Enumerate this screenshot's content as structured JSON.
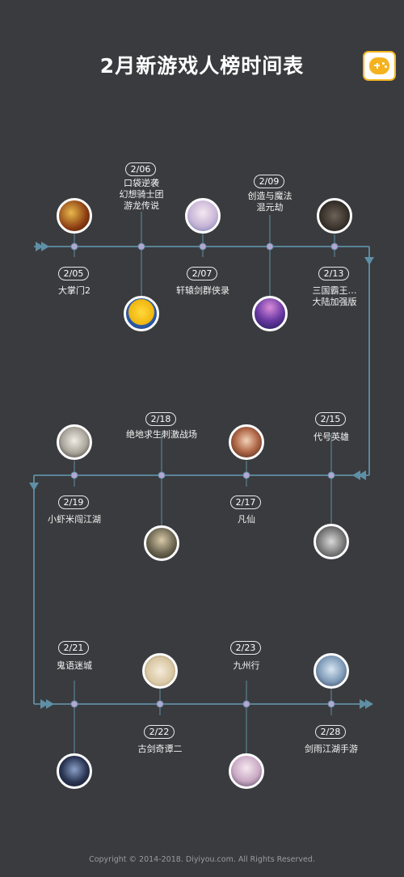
{
  "title": "2月新游戏人榜时间表",
  "logo_icon": "gamepad-icon",
  "events": [
    {
      "date": "2/05",
      "name": "大掌门2"
    },
    {
      "date": "2/06",
      "name": "口袋逆袭\n幻想骑士团\n游龙传说"
    },
    {
      "date": "2/07",
      "name": "轩辕剑群侠录"
    },
    {
      "date": "2/09",
      "name": "创造与魔法\n混元劫"
    },
    {
      "date": "2/13",
      "name": "三国霸王…\n大陆加强版"
    },
    {
      "date": "2/15",
      "name": "代号英雄"
    },
    {
      "date": "2/17",
      "name": "凡仙"
    },
    {
      "date": "2/18",
      "name": "绝地求生刺激战场"
    },
    {
      "date": "2/19",
      "name": "小虾米闯江湖"
    },
    {
      "date": "2/21",
      "name": "鬼语迷城"
    },
    {
      "date": "2/22",
      "name": "古剑奇谭二"
    },
    {
      "date": "2/23",
      "name": "九州行"
    },
    {
      "date": "2/28",
      "name": "剑雨江湖手游"
    }
  ],
  "colors": {
    "background": "#3a3b3e",
    "timeline": "#5f8fa6",
    "dot": "#b3a6d2",
    "accent_logo": "#f5b21f"
  },
  "footer": "Copyright © 2014-2018. Diyiyou.com. All Rights Reserved."
}
